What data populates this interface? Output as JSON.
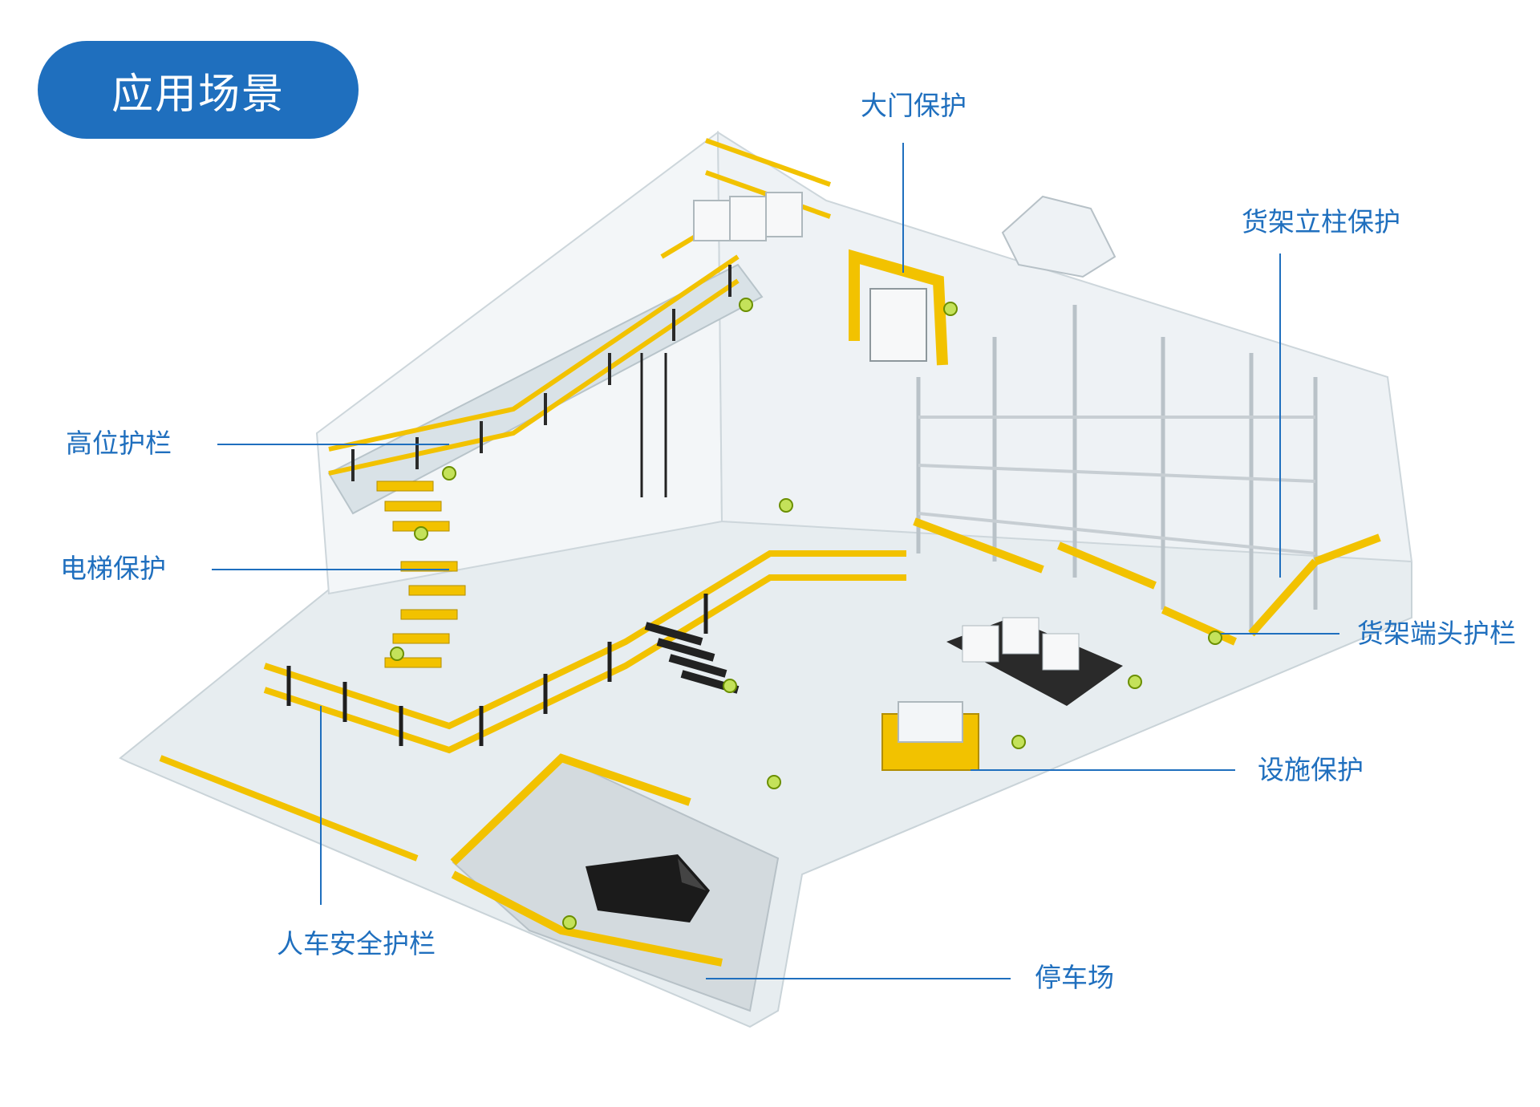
{
  "title": "应用场景",
  "colors": {
    "accent": "#1f6fbe",
    "guardrail_yellow": "#f2c200",
    "floor": "#e6ecef",
    "wall": "#f1f4f6",
    "rack": "#b9c2c8",
    "vehicle": "#222222"
  },
  "callouts": [
    {
      "id": "gate",
      "text": "大门保护"
    },
    {
      "id": "rack-upright",
      "text": "货架立柱保护"
    },
    {
      "id": "high-rail",
      "text": "高位护栏"
    },
    {
      "id": "elevator",
      "text": "电梯保护"
    },
    {
      "id": "rack-end",
      "text": "货架端头护栏"
    },
    {
      "id": "facility",
      "text": "设施保护"
    },
    {
      "id": "pedestrian-vehicle",
      "text": "人车安全护栏"
    },
    {
      "id": "parking",
      "text": "停车场"
    }
  ]
}
